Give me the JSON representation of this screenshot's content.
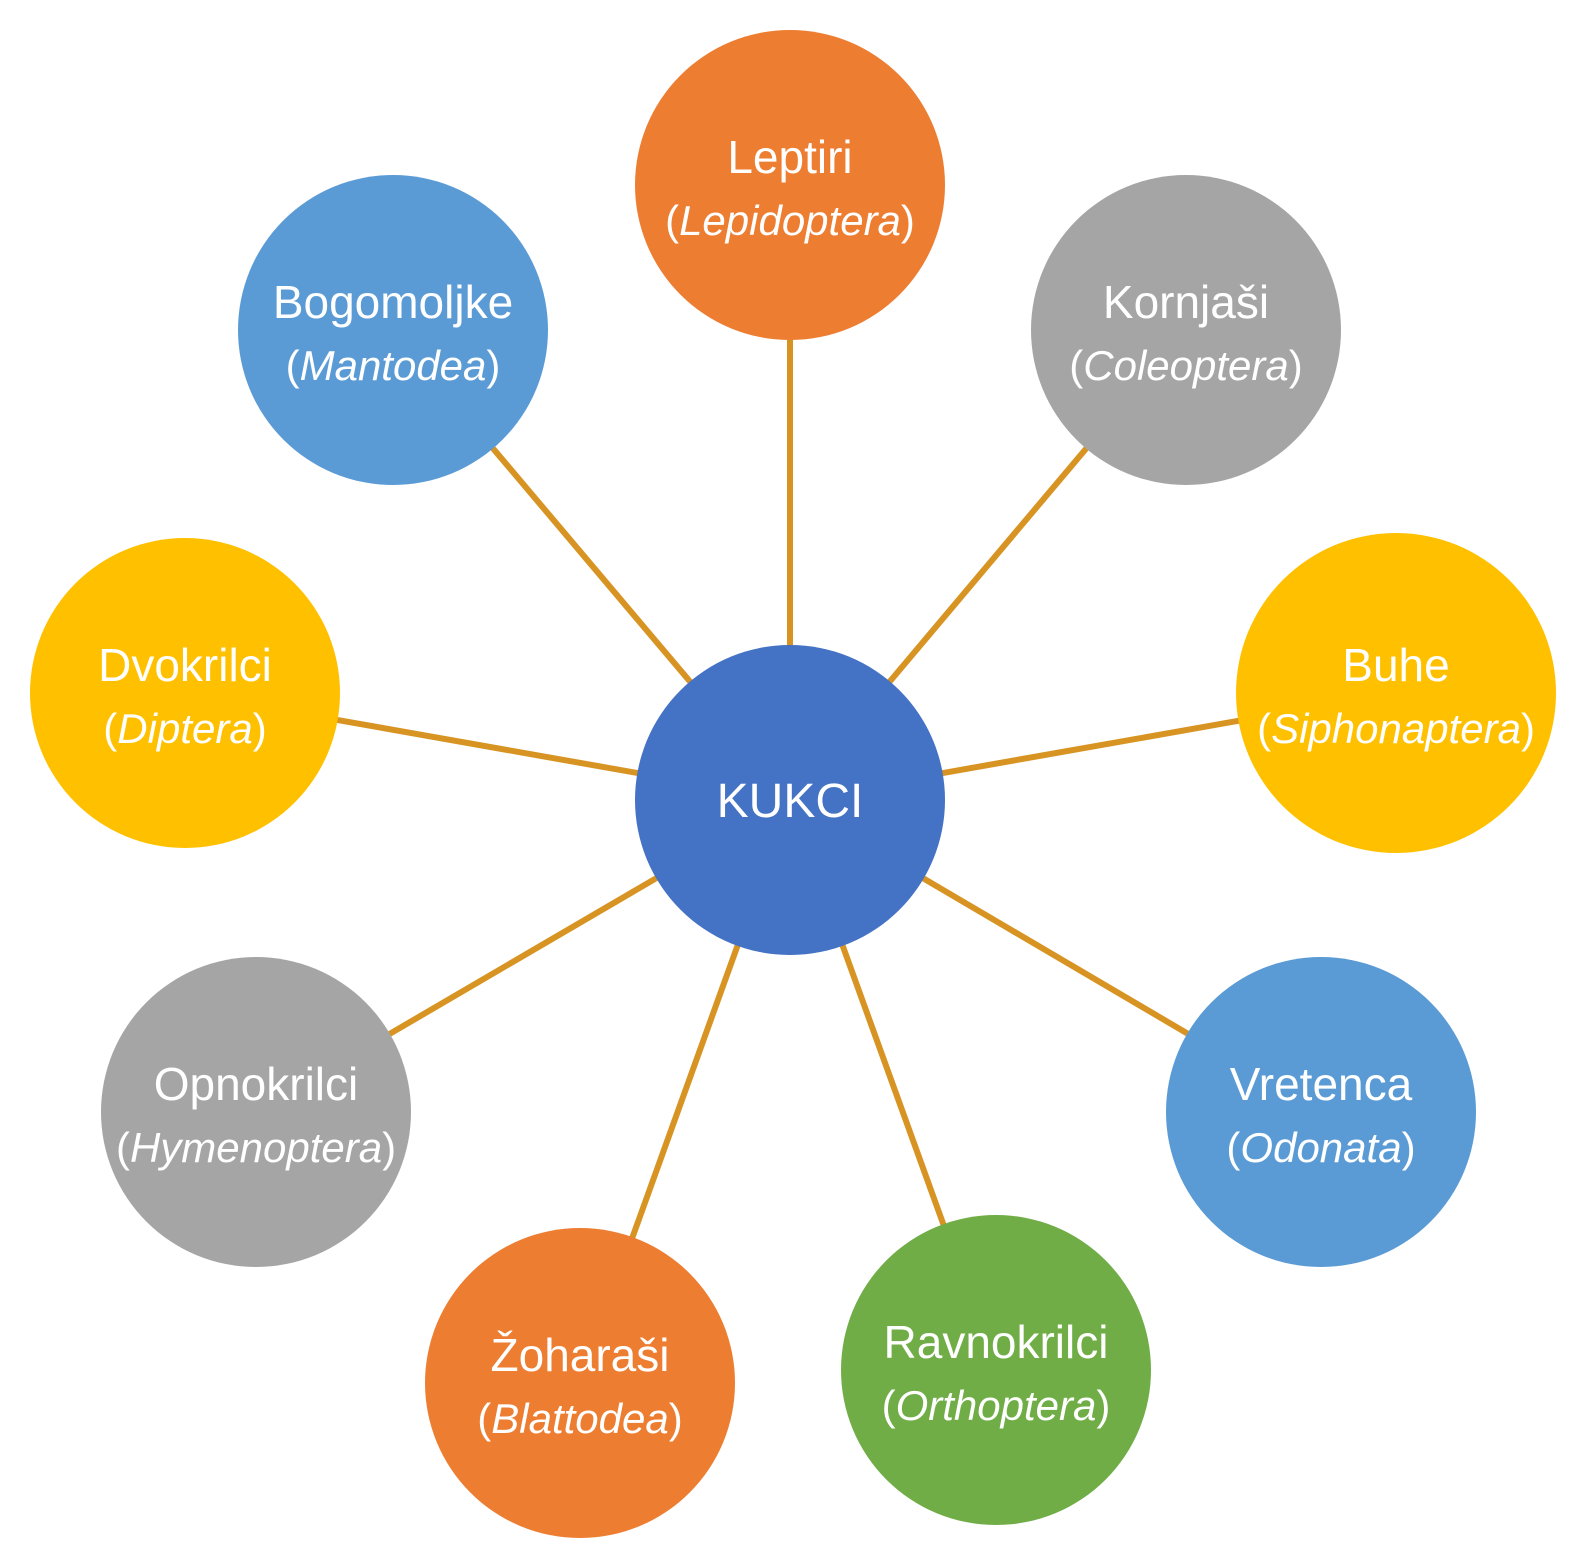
{
  "center": {
    "label": "KUKCI",
    "color": "#4472C4"
  },
  "connector_color": "#D89423",
  "nodes": [
    {
      "name": "Leptiri",
      "latin": "Lepidoptera",
      "color": "#ED7D31"
    },
    {
      "name": "Kornjaši",
      "latin": "Coleoptera",
      "color": "#A5A5A5"
    },
    {
      "name": "Buhe",
      "latin": "Siphonaptera",
      "color": "#FFC000"
    },
    {
      "name": "Vretenca",
      "latin": "Odonata",
      "color": "#5B9BD5"
    },
    {
      "name": "Ravnokrilci",
      "latin": "Orthoptera",
      "color": "#70AD47"
    },
    {
      "name": "Žoharaši",
      "latin": "Blattodea",
      "color": "#ED7D31"
    },
    {
      "name": "Opnokrilci",
      "latin": "Hymenoptera",
      "color": "#A5A5A5"
    },
    {
      "name": "Dvokrilci",
      "latin": "Diptera",
      "color": "#FFC000"
    },
    {
      "name": "Bogomoljke",
      "latin": "Mantodea",
      "color": "#5B9BD5"
    }
  ]
}
